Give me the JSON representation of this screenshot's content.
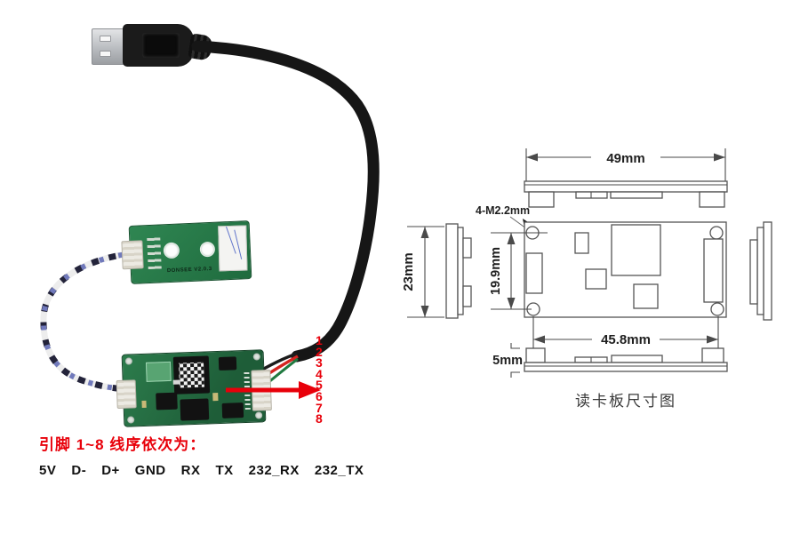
{
  "colors": {
    "annotation_red": "#e8000a",
    "pcb_green": "#2a7a4a"
  },
  "photo": {
    "small_board_silk": "DONSEE V2.0.3"
  },
  "annotations": {
    "pin_numbers": [
      "1",
      "2",
      "3",
      "4",
      "5",
      "6",
      "7",
      "8"
    ]
  },
  "pinout": {
    "heading": "引脚 1~8 线序依次为：",
    "labels": [
      "5V",
      "D-",
      "D+",
      "GND",
      "RX",
      "TX",
      "232_RX",
      "232_TX"
    ]
  },
  "dimension_diagram": {
    "caption": "读卡板尺寸图",
    "dims": {
      "board_width": "49mm",
      "board_height": "23mm",
      "hole_offset": "19.9mm",
      "hole_spacing": "45.8mm",
      "edge_height": "5mm",
      "mounting_holes": "4-M2.2mm"
    }
  }
}
